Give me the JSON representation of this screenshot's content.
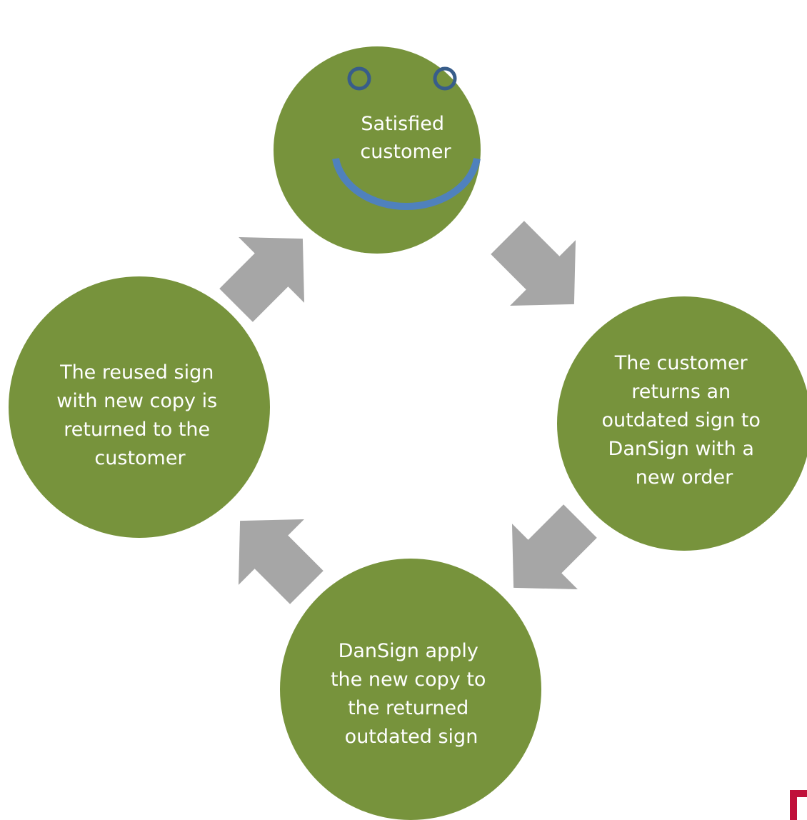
{
  "colors": {
    "circle_fill": "#77933C",
    "arrow_fill": "#A6A6A6",
    "face_stroke": "#4F81BD",
    "eye_stroke": "#385D8A",
    "logo_red": "#C0103A",
    "text": "#FFFFFF"
  },
  "cycle": {
    "nodes": [
      {
        "id": "satisfied",
        "lines": [
          "Satisfied",
          "customer"
        ]
      },
      {
        "id": "returns",
        "lines": [
          "The customer",
          "returns an",
          "outdated sign to",
          "DanSign with a",
          "new order"
        ]
      },
      {
        "id": "apply",
        "lines": [
          "DanSign apply",
          "the new copy to",
          "the returned",
          "outdated sign"
        ]
      },
      {
        "id": "reused",
        "lines": [
          "The reused sign",
          "with new copy is",
          "returned to the",
          "customer"
        ]
      }
    ],
    "arrows": [
      {
        "from": "satisfied",
        "to": "returns",
        "direction": "down-right"
      },
      {
        "from": "returns",
        "to": "apply",
        "direction": "down-left"
      },
      {
        "from": "apply",
        "to": "reused",
        "direction": "up-left"
      },
      {
        "from": "reused",
        "to": "satisfied",
        "direction": "up-right"
      }
    ]
  },
  "decorations": {
    "smiley_eyes": "circle-outline-icon",
    "smiley_mouth": "smile-arc-icon",
    "logo": "dansign-logo-fragment"
  }
}
